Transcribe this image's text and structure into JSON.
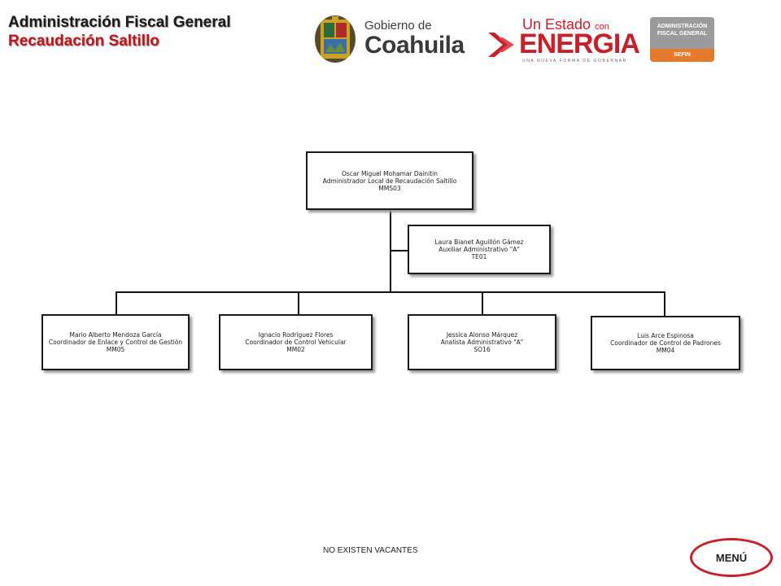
{
  "header": {
    "title_line1": "Administración Fiscal General",
    "title_line2": "Recaudación Saltillo"
  },
  "logos": {
    "gobierno_small": "Gobierno de",
    "gobierno_big": "Coahuila",
    "energia_top": "Un Estado",
    "energia_con": "con",
    "energia_big": "ENERGIA",
    "energia_tagline": "UNA NUEVA FORMA DE GOBERNAR",
    "afg_line1": "ADMINISTRACIÓN",
    "afg_line2": "FISCAL GENERAL",
    "afg_bar": "SEFIN",
    "colors": {
      "brand_red": "#c8202a",
      "afg_gray": "#9b9b9b",
      "afg_orange": "#e57a2d"
    }
  },
  "org": {
    "root": {
      "name": "Oscar Miguel Mohamar Dainitin",
      "role": "Administrador Local de Recaudación Saltillo",
      "code": "MMS03"
    },
    "assistant": {
      "name": "Laura Bianet Aguillón Gámez",
      "role": "Auxiliar Administrativo \"A\"",
      "code": "TE01"
    },
    "children": [
      {
        "name": "Mario Alberto Mendoza García",
        "role": "Coordinador de Enlace y Control de Gestión",
        "code": "MM05"
      },
      {
        "name": "Ignacio Rodríguez Flores",
        "role": "Coordinador de Control Vehicular",
        "code": "MM02"
      },
      {
        "name": "Jessica Alonso Márquez",
        "role": "Analista Administrativo \"A\"",
        "code": "SO16"
      },
      {
        "name": "Luis Arce Espinosa",
        "role": "Coordinador de Control de Padrones",
        "code": "MM04"
      }
    ]
  },
  "footer": {
    "note": "NO EXISTEN VACANTES",
    "menu_label": "MENÚ"
  }
}
